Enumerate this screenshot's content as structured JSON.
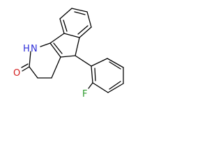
{
  "molecule": {
    "atoms": {
      "nitrogen": "N",
      "hydrogen": "H",
      "oxygen": "O",
      "fluorine": "F"
    },
    "colors": {
      "bond": "#000000",
      "nitrogen": "#2d2dd8",
      "oxygen": "#d42020",
      "fluorine": "#2a9a2a"
    }
  }
}
